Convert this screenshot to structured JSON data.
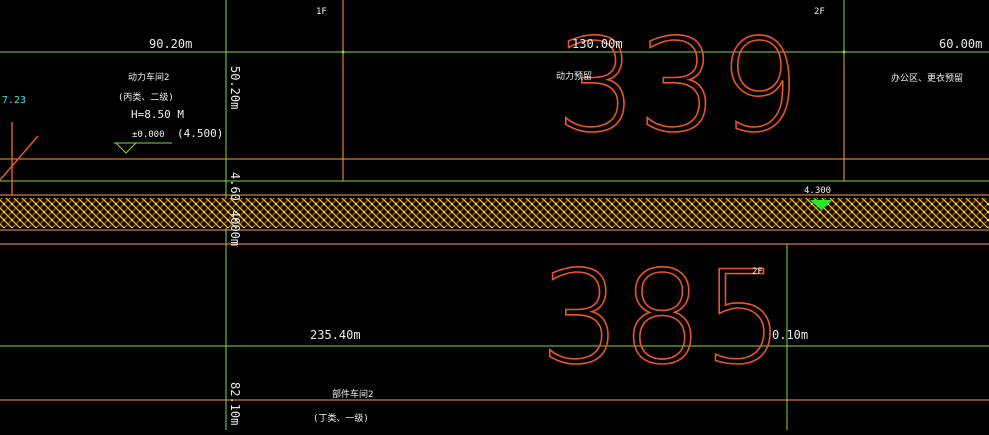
{
  "drawing": {
    "colors": {
      "background": "#000000",
      "green_line": "#7fd94a",
      "orange_line": "#ff9a4a",
      "red_line": "#e8552a",
      "white_text": "#f2f2f2",
      "cyan_text": "#3ee0e0",
      "marker_green": "#22ee22",
      "hatch_yellow": "#f2e04a",
      "hatch_red": "#e34a2a"
    },
    "floor_labels": {
      "first": "1F",
      "second_top": "2F",
      "second_bottom": "2F"
    },
    "dimensions": {
      "top_left": "90.20m",
      "top_middle": "130.00m",
      "top_right": "60.00m",
      "vertical_upper": "50.20m",
      "vertical_middle": "4.60",
      "vertical_middle_2": "4000m",
      "bottom_left": "235.40m",
      "bottom_right": "0.10m",
      "vertical_lower": "82.10m"
    },
    "buildings": {
      "power_workshop_name": "动力车间2",
      "power_workshop_class": "(丙类、二级)",
      "power_workshop_height": "H=8.50 M",
      "level_zero": "±0.000",
      "level_value": "(4.500)",
      "power_reserve": "动力预留",
      "office_reserve": "办公区、更衣预留",
      "parts_workshop_name": "部件车间2",
      "parts_workshop_class": "(丁类、一级)"
    },
    "big_numbers": {
      "upper": "339",
      "lower": "385"
    },
    "elevation_marker": "4.300",
    "cyan_label": "7.23",
    "icons": {
      "level_marker": "triangle-level-icon",
      "elevation_marker": "green-triangle-icon"
    }
  }
}
